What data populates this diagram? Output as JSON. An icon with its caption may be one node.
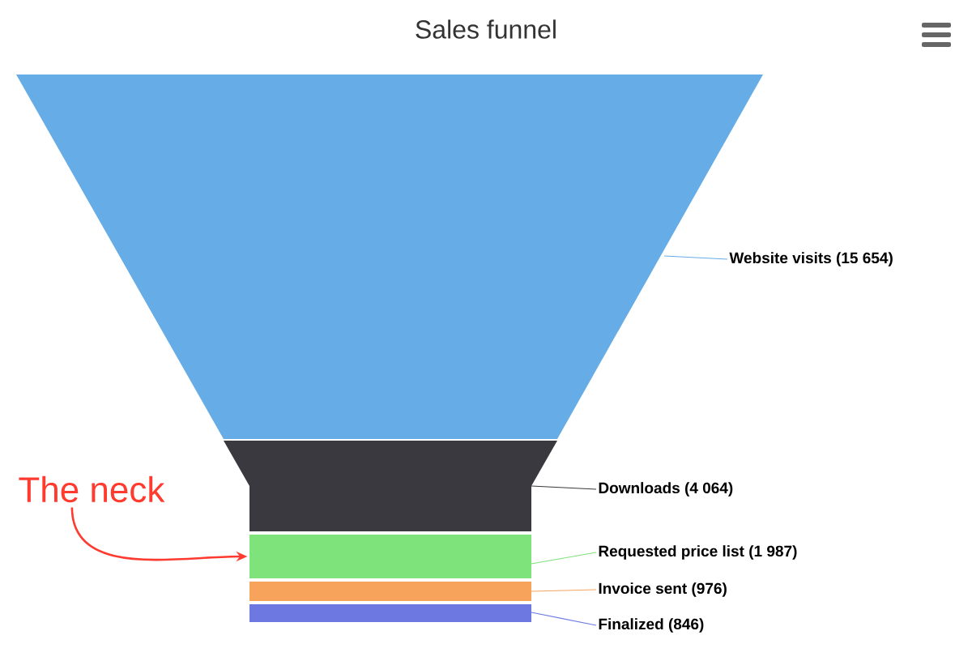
{
  "diagram": {
    "title": "Sales funnel",
    "nodes": [
      {
        "text": [],
        "shape": "trapezoid"
      },
      {
        "text": [],
        "shape": "trapezoid"
      },
      {
        "text": [],
        "shape": "bar"
      },
      {
        "text": [],
        "shape": "bar"
      },
      {
        "text": [],
        "shape": "bar"
      },
      {
        "text": [
          "Website visits (15 654)"
        ]
      },
      {
        "text": [
          "Downloads (4 064)"
        ]
      },
      {
        "text": [
          "Requested price list (1 987)"
        ]
      },
      {
        "text": [
          "Invoice sent (976)"
        ]
      },
      {
        "text": [
          "Finalized (846)"
        ]
      },
      {
        "text": [
          "The neck"
        ]
      }
    ],
    "edges": [
      {
        "from": 5,
        "to": 0,
        "arrow": "none",
        "color": "#66ace6"
      },
      {
        "from": 6,
        "to": 1,
        "arrow": "none",
        "color": "#3a393f"
      },
      {
        "from": 7,
        "to": 2,
        "arrow": "none",
        "color": "#7de37a"
      },
      {
        "from": 8,
        "to": 3,
        "arrow": "none",
        "color": "#f7a35c"
      },
      {
        "from": 9,
        "to": 4,
        "arrow": "none",
        "color": "#6d78e0"
      },
      {
        "from": 10,
        "to": 2,
        "arrow": "to",
        "color": "#ff3b30"
      }
    ]
  }
}
